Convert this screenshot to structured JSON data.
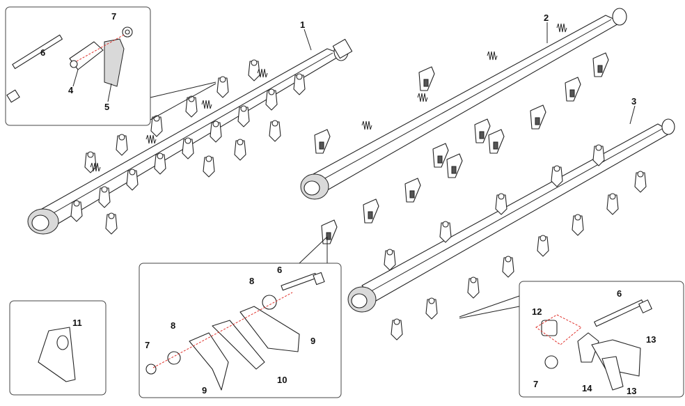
{
  "labels": {
    "p1": "1",
    "p2": "2",
    "p3": "3",
    "i_a6": "6",
    "i_a7": "7",
    "i_a4": "4",
    "i_a5": "5",
    "i_b8a": "8",
    "i_b6": "6",
    "i_b8b": "8",
    "i_b7": "7",
    "i_b9a": "9",
    "i_b9b": "9",
    "i_b10": "10",
    "i_c11": "11",
    "i_d12": "12",
    "i_d6": "6",
    "i_d13a": "13",
    "i_d13b": "13",
    "i_d7": "7",
    "i_d14": "14"
  },
  "colors": {
    "line": "#222222",
    "leader_dash": "#e0302a",
    "box_border": "#444444",
    "shade": "#d9d9d9"
  }
}
